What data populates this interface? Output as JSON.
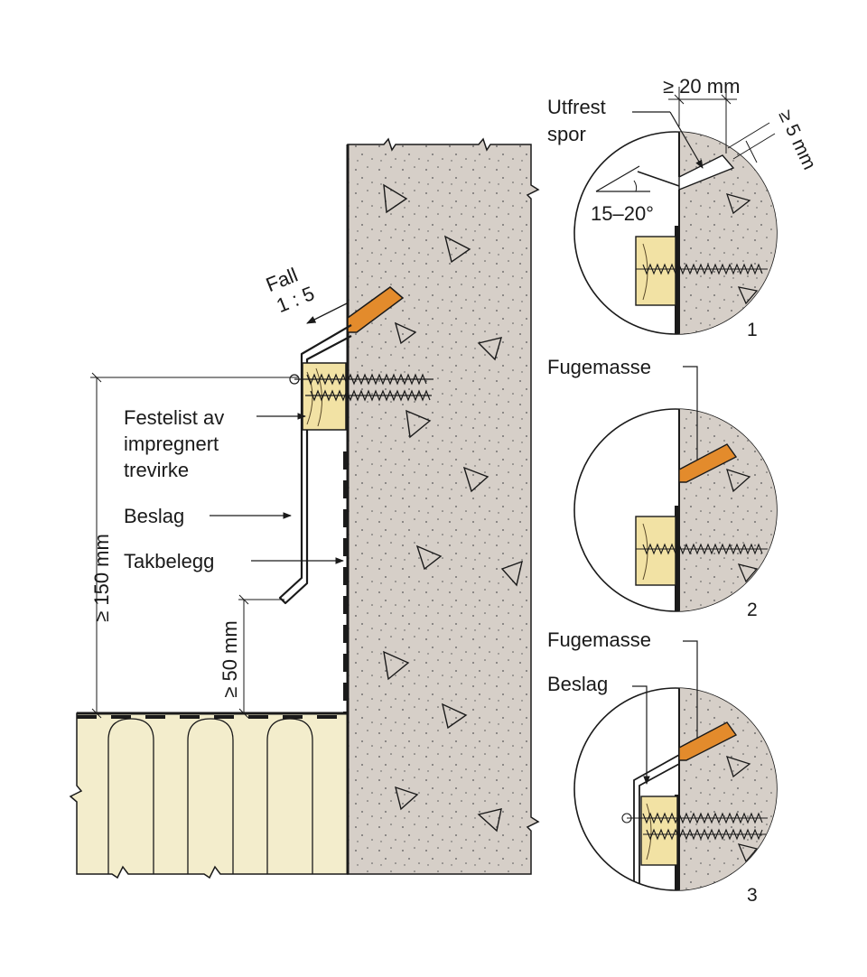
{
  "main_detail": {
    "fall_label": "Fall",
    "fall_ratio": "1 : 5",
    "festelist_line1": "Festelist av",
    "festelist_line2": "impregnert",
    "festelist_line3": "trevirke",
    "beslag": "Beslag",
    "takbelegg": "Takbelegg",
    "dim_150": "≥ 150 mm",
    "dim_50": "≥ 50 mm"
  },
  "detail_1": {
    "number": "1",
    "utfrest_line1": "Utfrest",
    "utfrest_line2": "spor",
    "dim_20": "≥ 20 mm",
    "dim_5": "≥ 5 mm",
    "angle": "15–20°"
  },
  "detail_2": {
    "number": "2",
    "fugemasse": "Fugemasse"
  },
  "detail_3": {
    "number": "3",
    "fugemasse": "Fugemasse",
    "beslag": "Beslag"
  },
  "colors": {
    "concrete": "#d6cfc8",
    "insulation": "#f3edcc",
    "timber": "#f2e2a4",
    "sealant": "#e38b2c",
    "line": "#1a1a1a"
  }
}
